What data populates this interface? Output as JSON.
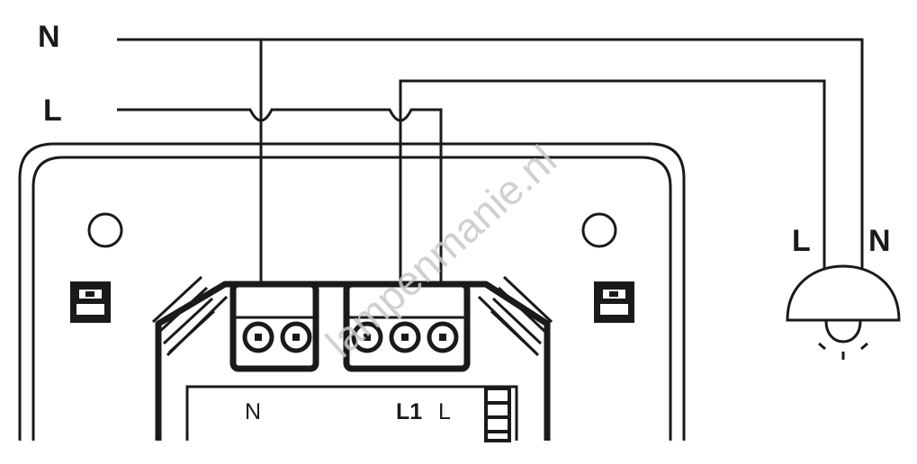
{
  "mains": {
    "neutral_label": "N",
    "line_label": "L"
  },
  "lamp": {
    "line_label": "L",
    "neutral_label": "N"
  },
  "device": {
    "terminal_labels": {
      "neutral": "N",
      "load": "L1",
      "line": "L"
    }
  },
  "watermark": "lampenmanie.nl",
  "colors": {
    "ink": "#1a1a1a",
    "watermark": "#c8c8c8",
    "background": "#ffffff"
  }
}
